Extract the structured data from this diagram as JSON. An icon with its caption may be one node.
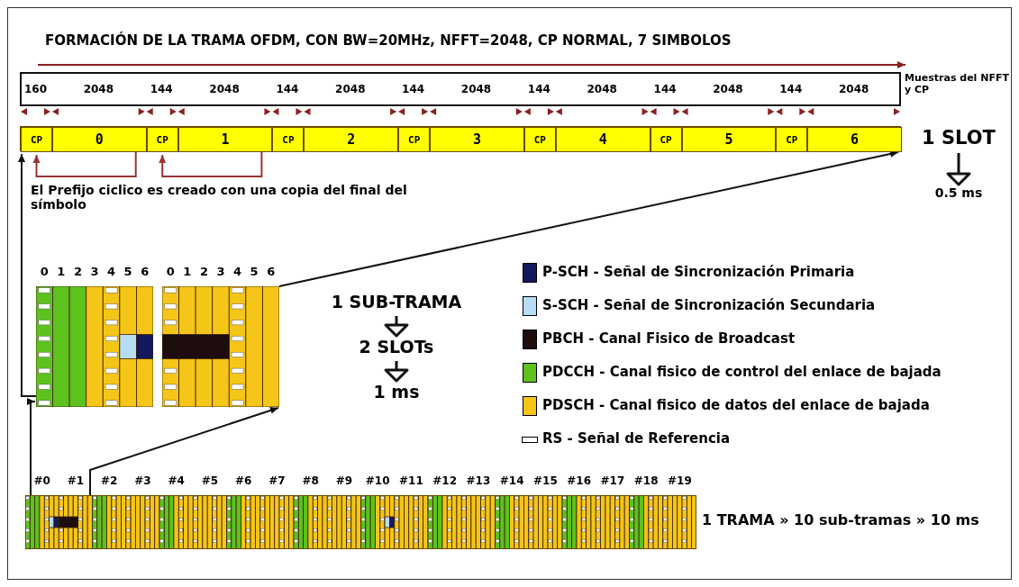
{
  "diagram": {
    "title": "FORMACIÓN DE LA TRAMA OFDM, CON BW=20MHz, NFFT=2048, CP NORMAL, 7 SIMBOLOS",
    "nodes": [
      {
        "text": [],
        "shape": "bar"
      },
      {
        "text": [
          "CP"
        ],
        "in": 0
      },
      {
        "text": [
          "0"
        ],
        "in": 0
      },
      {
        "text": [
          "CP"
        ],
        "in": 0
      },
      {
        "text": [
          "1"
        ],
        "in": 0
      },
      {
        "text": [
          "CP"
        ],
        "in": 0
      },
      {
        "text": [
          "2"
        ],
        "in": 0
      },
      {
        "text": [
          "CP"
        ],
        "in": 0
      },
      {
        "text": [
          "3"
        ],
        "in": 0
      },
      {
        "text": [
          "CP"
        ],
        "in": 0
      },
      {
        "text": [
          "4"
        ],
        "in": 0
      },
      {
        "text": [
          "CP"
        ],
        "in": 0
      },
      {
        "text": [
          "5"
        ],
        "in": 0
      },
      {
        "text": [
          "CP"
        ],
        "in": 0
      },
      {
        "text": [
          "6"
        ],
        "in": 0
      },
      {
        "text": [
          "1 SLOT"
        ]
      },
      {
        "text": [
          "0.5 ms"
        ]
      },
      {
        "text": [],
        "shape": "box"
      },
      {
        "text": [],
        "shape": "box"
      },
      {
        "text": [
          "1 SUB-TRAMA"
        ]
      },
      {
        "text": [
          "2 SLOTs"
        ]
      },
      {
        "text": [
          "1 ms"
        ]
      },
      {
        "text": [],
        "shape": "bar",
        "beside": [
          "1 TRAMA » 10 sub-tramas » 10 ms"
        ]
      }
    ],
    "edges": [
      {
        "from": 2,
        "to": 1,
        "arrow": "to",
        "color": "#993333"
      },
      {
        "from": 4,
        "to": 3,
        "arrow": "to",
        "color": "#993333"
      },
      {
        "from": 15,
        "to": 16,
        "arrow": "to"
      },
      {
        "from": 19,
        "to": 20,
        "arrow": "to"
      },
      {
        "from": 20,
        "to": 21,
        "arrow": "to"
      },
      {
        "from": 17,
        "to": 0,
        "arrow": "to"
      },
      {
        "from": 18,
        "to": 0,
        "arrow": "to"
      },
      {
        "from": 22,
        "to": 17,
        "arrow": "to"
      },
      {
        "from": 22,
        "to": 18,
        "arrow": "to"
      }
    ],
    "labels": [
      "160",
      "2048",
      "144",
      "2048",
      "144",
      "2048",
      "144",
      "2048",
      "144",
      "2048",
      "144",
      "2048",
      "144",
      "2048",
      "Muestras del NFFT y CP",
      "El Prefijo ciclico es creado con una copia del final del símbolo",
      "0",
      "1",
      "2",
      "3",
      "4",
      "5",
      "6",
      "0",
      "1",
      "2",
      "3",
      "4",
      "5",
      "6",
      "#0",
      "#1",
      "#2",
      "#3",
      "#4",
      "#5",
      "#6",
      "#7",
      "#8",
      "#9",
      "#10",
      "#11",
      "#12",
      "#13",
      "#14",
      "#15",
      "#16",
      "#17",
      "#18",
      "#19"
    ],
    "legend": [
      {
        "text": "P-SCH - Señal de Sincronización Primaria",
        "color": "#14195e"
      },
      {
        "text": "S-SCH - Señal de Sincronización Secundaria",
        "color": "#b7dcf5"
      },
      {
        "text": "PBCH - Canal Fisico de Broadcast",
        "color": "#1e0d0d"
      },
      {
        "text": "PDCCH - Canal fisico de control del enlace de bajada",
        "color": "#5dc21e"
      },
      {
        "text": "PDSCH - Canal fisico de datos del enlace de bajada",
        "color": "#f5c518"
      },
      {
        "text": "RS - Señal de Referencia"
      }
    ]
  }
}
